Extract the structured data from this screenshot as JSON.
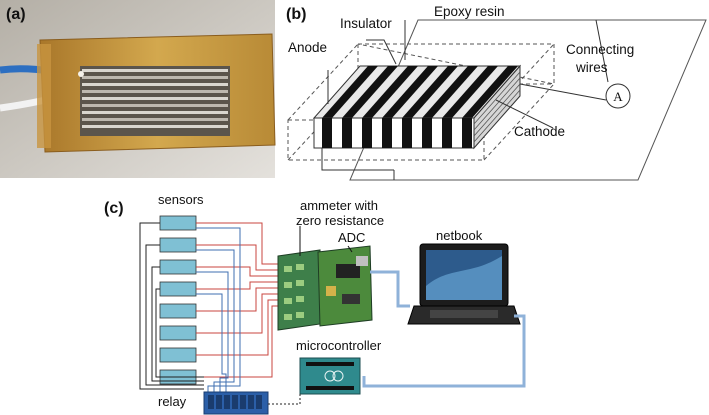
{
  "panels": {
    "a": {
      "label": "(a)"
    },
    "b": {
      "label": "(b)",
      "labels": {
        "epoxy": "Epoxy resin",
        "insulator": "Insulator",
        "anode": "Anode",
        "connecting": "Connecting",
        "wires": "wires",
        "ammeter_symbol": "A",
        "cathode": "Cathode"
      }
    },
    "c": {
      "label": "(c)",
      "labels": {
        "sensors": "sensors",
        "ammeter_line1": "ammeter with",
        "ammeter_line2": "zero resistance",
        "adc": "ADC",
        "netbook": "netbook",
        "microcontroller": "microcontroller",
        "relay": "relay"
      }
    }
  },
  "colors": {
    "wire_red": "#c8453f",
    "wire_blue": "#3f6fb0",
    "wire_black": "#222222",
    "board_green": "#3e7f4a",
    "arduino_teal": "#2f8a8d",
    "relay_blue": "#2b5fa8",
    "cable_blue": "#8fb2d9",
    "sample_gold": "#c9993a"
  },
  "icons": {
    "sample": "electrode-sample-photo",
    "sensor": "sensor-chip-icon",
    "adc": "adc-board-icon",
    "netbook": "laptop-icon",
    "arduino": "microcontroller-board-icon",
    "relay": "relay-module-icon"
  }
}
